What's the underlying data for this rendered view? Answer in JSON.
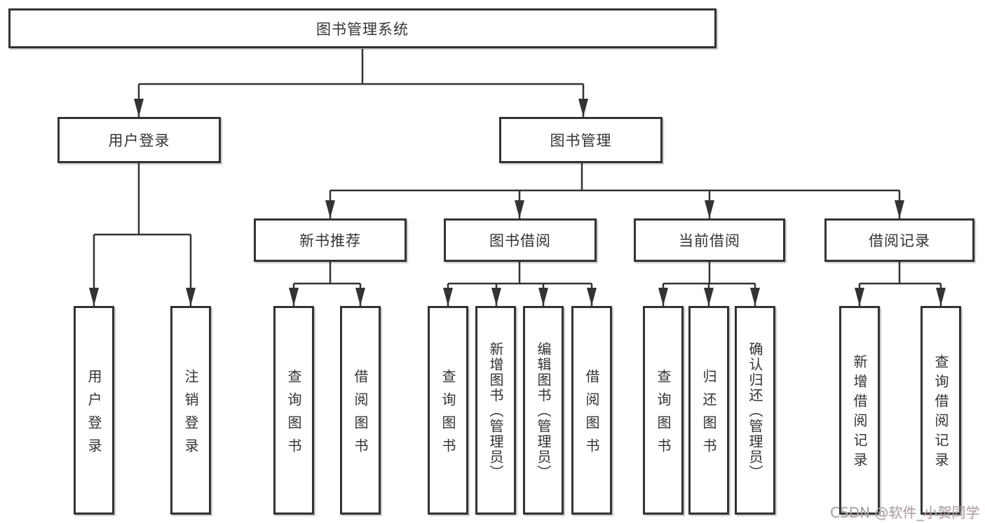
{
  "colors": {
    "line": "#333333",
    "box_border": "#333333",
    "text": "#333333",
    "background": "#ffffff",
    "watermark": "#a6a6a6"
  },
  "watermark": "CSDN @软件_小贺同学",
  "tree": {
    "root": {
      "label": "图书管理系统"
    },
    "children": [
      {
        "label": "用户登录",
        "children": [
          {
            "label": "用户登录"
          },
          {
            "label": "注销登录"
          }
        ]
      },
      {
        "label": "图书管理",
        "children": [
          {
            "label": "新书推荐",
            "children": [
              {
                "label": "查询图书"
              },
              {
                "label": "借阅图书"
              }
            ]
          },
          {
            "label": "图书借阅",
            "children": [
              {
                "label": "查询图书"
              },
              {
                "label": "新增图书（管理员）"
              },
              {
                "label": "编辑图书（管理员）"
              },
              {
                "label": "借阅图书"
              }
            ]
          },
          {
            "label": "当前借阅",
            "children": [
              {
                "label": "查询图书"
              },
              {
                "label": "归还图书"
              },
              {
                "label": "确认归还（管理员）"
              }
            ]
          },
          {
            "label": "借阅记录",
            "children": [
              {
                "label": "新增借阅记录"
              },
              {
                "label": "查询借阅记录"
              }
            ]
          }
        ]
      }
    ]
  }
}
